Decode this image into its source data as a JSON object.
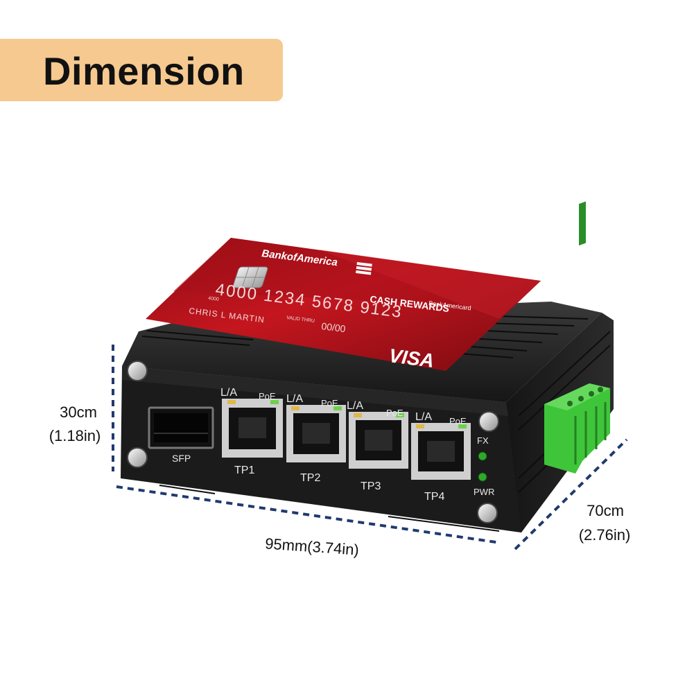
{
  "banner": {
    "title": "Dimension"
  },
  "dimensions": {
    "height": {
      "metric": "30cm",
      "imperial": "(1.18in)"
    },
    "width": {
      "label": "95mm(3.74in)"
    },
    "depth": {
      "metric": "70cm",
      "imperial": "(2.76in)"
    }
  },
  "card": {
    "bank": "BankofAmerica",
    "product_small": "BankAmericard",
    "product": "CASH REWARDS",
    "number": "4000 1234 5678 9123",
    "number_small": "4000",
    "valid_label": "VALID THRU",
    "expiry": "00/00",
    "holder": "CHRIS L MARTIN",
    "network": "VISA"
  },
  "device": {
    "sfp_label": "SFP",
    "ports": [
      {
        "name": "TP1",
        "left_led": "L/A",
        "right_led": "PoE"
      },
      {
        "name": "TP2",
        "left_led": "L/A",
        "right_led": "PoE"
      },
      {
        "name": "TP3",
        "left_led": "L/A",
        "right_led": "PoE"
      },
      {
        "name": "TP4",
        "left_led": "L/A",
        "right_led": "PoE"
      }
    ],
    "status_leds": [
      "FX",
      "PWR"
    ]
  },
  "colors": {
    "banner": "#f5c98f",
    "dimension_line": "#1f3a6e",
    "housing": "#1c1c1c",
    "card_red": "#b3121d",
    "terminal_green": "#3fc53a",
    "led_green": "#2fa82a"
  }
}
